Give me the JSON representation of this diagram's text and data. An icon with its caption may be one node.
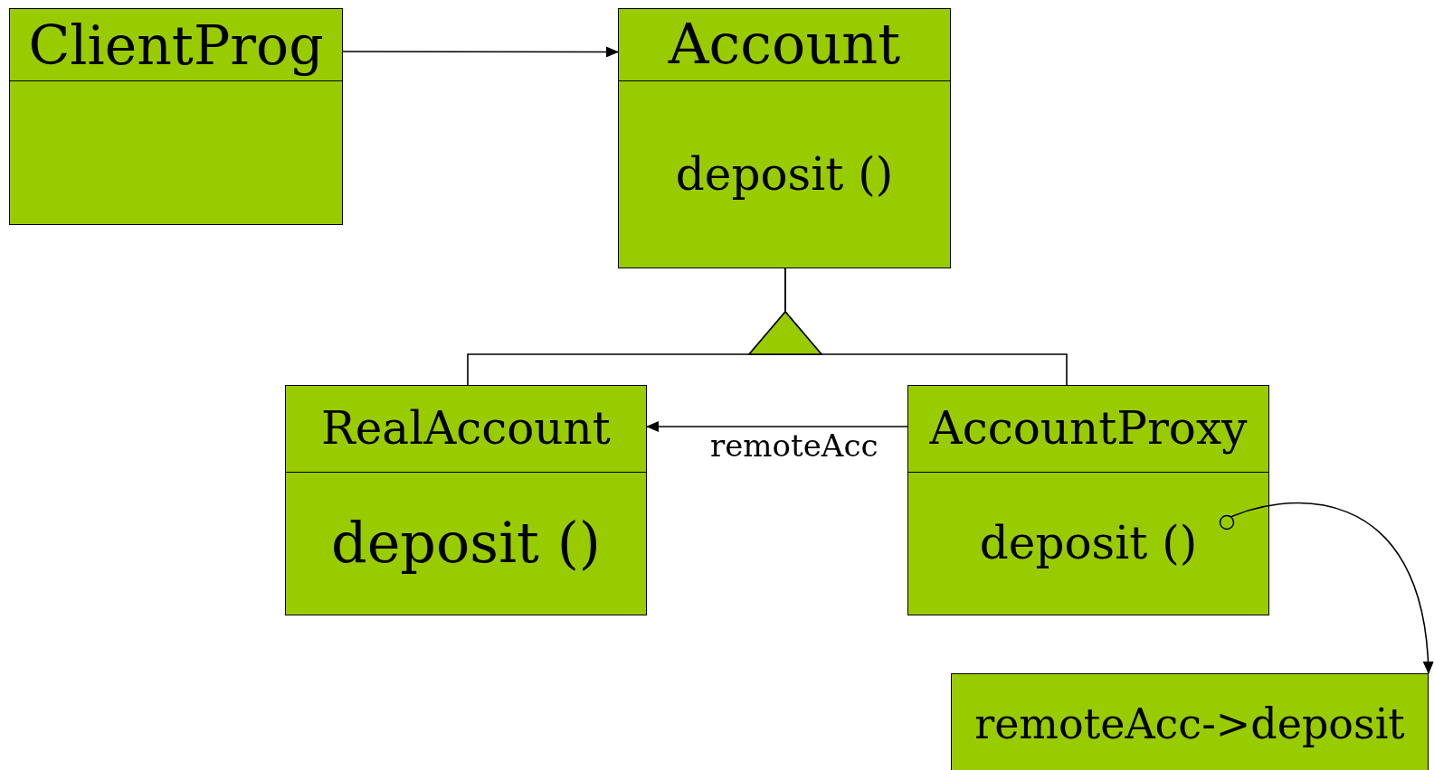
{
  "diagram": {
    "nodes": [
      {
        "text": [
          "ClientProg"
        ]
      },
      {
        "text": [
          "Account",
          "deposit ()"
        ]
      },
      {
        "text": [
          "RealAccount",
          "deposit ()"
        ]
      },
      {
        "text": [
          "AccountProxy",
          "deposit ()"
        ]
      },
      {
        "text": [
          "remoteAcc->deposit"
        ]
      }
    ],
    "edges": [
      {
        "from": 0,
        "to": 1,
        "arrow": "to"
      },
      {
        "from": 2,
        "to": 1,
        "arrow": "to"
      },
      {
        "from": 3,
        "to": 1,
        "arrow": "to"
      },
      {
        "from": 3,
        "to": 2,
        "arrow": "to",
        "label": "remoteAcc"
      },
      {
        "from": 3,
        "to": 4,
        "arrow": "to"
      }
    ]
  }
}
